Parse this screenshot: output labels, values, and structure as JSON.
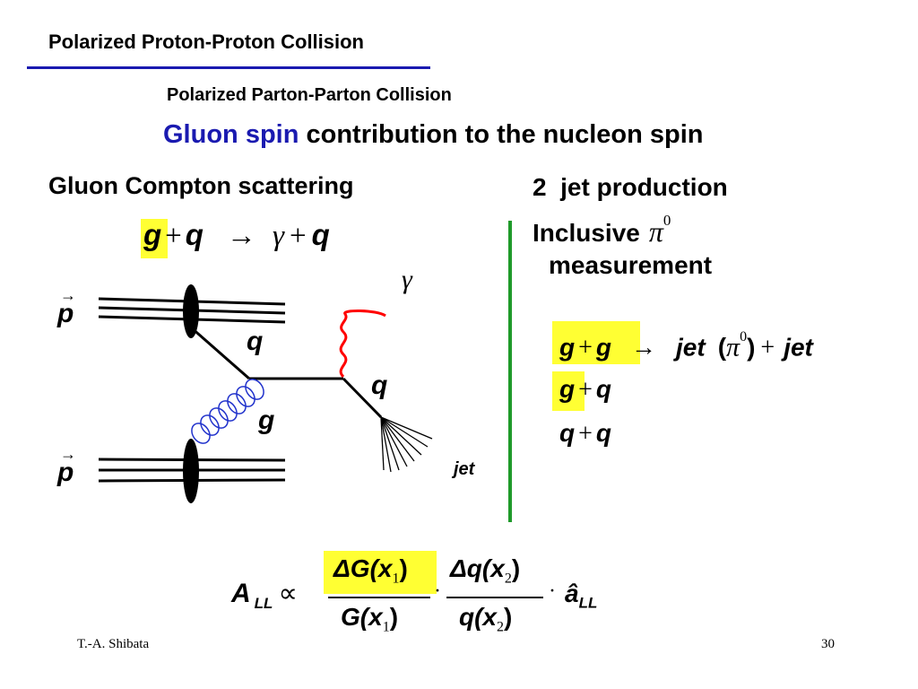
{
  "slide": {
    "title": "Polarized Proton-Proton Collision",
    "subtitle": "Polarized Parton-Parton Collision",
    "heading_highlight": "Gluon spin",
    "heading_rest": " contribution to the nucleon spin",
    "footer_author": "T.-A. Shibata",
    "page_number": "30",
    "colors": {
      "title_rule": "#1a1ab0",
      "heading_accent": "#1a1ab0",
      "highlight": "#ffff33",
      "divider": "#1f9a2a",
      "photon": "#ff0000",
      "gluon": "#2233cc"
    }
  },
  "left": {
    "heading": "Gluon Compton scattering",
    "reaction": {
      "g": "g",
      "plus1": "+",
      "q1": "q",
      "arrow": "→",
      "gamma": "γ",
      "plus2": "+",
      "q2": "q"
    },
    "diagram": {
      "proton_top": "p",
      "proton_bottom": "p",
      "vec": "→",
      "quark_in": "q",
      "quark_out": "q",
      "gluon": "g",
      "photon": "γ",
      "jet": "jet"
    }
  },
  "right": {
    "line1_num": "2",
    "line1_text": "jet production",
    "line2_text": "Inclusive",
    "pi": "π",
    "pi_sup": "0",
    "line3_text": "measurement",
    "process1": {
      "a": "g",
      "plus": "+",
      "b": "g",
      "arrow": "→",
      "jet1": "jet",
      "lp": "(",
      "pi": "π",
      "sup": "0",
      "rp": ")",
      "plus2": "+",
      "jet2": "jet"
    },
    "process2": {
      "a": "g",
      "plus": "+",
      "b": "q"
    },
    "process3": {
      "a": "q",
      "plus": "+",
      "b": "q"
    }
  },
  "formula": {
    "A": "A",
    "A_sub": "LL",
    "prop": "∝",
    "num1": "ΔG(x",
    "num1_sub": "1",
    "num1_close": ")",
    "den1": "G(x",
    "den1_sub": "1",
    "den1_close": ")",
    "dot": "·",
    "num2": "Δq(x",
    "num2_sub": "2",
    "num2_close": ")",
    "den2": "q(x",
    "den2_sub": "2",
    "den2_close": ")",
    "dot2": "·",
    "a_hat": "â",
    "a_sub": "LL"
  }
}
